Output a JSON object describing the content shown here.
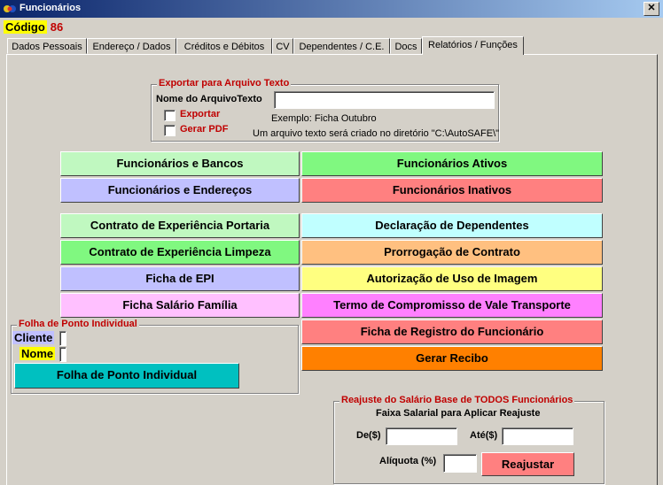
{
  "window": {
    "title": "Funcionários",
    "close_glyph": "✕"
  },
  "header": {
    "codigo_label": "Código",
    "codigo_value": "86"
  },
  "tabs": [
    {
      "label": "Dados Pessoais"
    },
    {
      "label": "Endereço / Dados"
    },
    {
      "label": "Créditos e Débitos"
    },
    {
      "label": "CV"
    },
    {
      "label": "Dependentes / C.E."
    },
    {
      "label": "Docs"
    },
    {
      "label": "Relatórios / Funções",
      "active": true
    }
  ],
  "export_group": {
    "legend": "Exportar para Arquivo Texto",
    "filename_label": "Nome do ArquivoTexto",
    "filename_value": "",
    "export_checkbox_label": "Exportar",
    "pdf_checkbox_label": "Gerar PDF",
    "example_text": "Exemplo: Ficha Outubro",
    "info_text": "Um arquivo texto será criado no diretório \"C:\\AutoSAFE\\\""
  },
  "buttons": {
    "func_bancos": "Funcionários e Bancos",
    "func_ativos": "Funcionários Ativos",
    "func_enderecos": "Funcionários e Endereços",
    "func_inativos": "Funcionários Inativos",
    "contrato_portaria": "Contrato de Experiência Portaria",
    "declaracao_dependentes": "Declaração de Dependentes",
    "contrato_limpeza": "Contrato de Experiência Limpeza",
    "prorrogacao_contrato": "Prorrogação de Contrato",
    "ficha_epi": "Ficha de EPI",
    "autorizacao_imagem": "Autorização de Uso de Imagem",
    "ficha_salario_familia": "Ficha Salário Família",
    "termo_vale_transporte": "Termo de Compromisso de Vale Transporte",
    "ficha_registro": "Ficha de Registro do Funcionário",
    "gerar_recibo": "Gerar Recibo"
  },
  "ponto_group": {
    "legend": "Folha de Ponto Individual",
    "cliente_label": "Cliente",
    "cliente_value": "",
    "nome_label": "Nome",
    "nome_value": "",
    "button_label": "Folha de Ponto Individual"
  },
  "reajuste_group": {
    "legend": "Reajuste do Salário Base de TODOS Funcionários",
    "subtitle": "Faixa Salarial para Aplicar Reajuste",
    "de_label": "De($)",
    "de_value": "",
    "ate_label": "Até($)",
    "ate_value": "",
    "aliquota_label": "Alíquota (%)",
    "aliquota_value": "",
    "button_label": "Reajustar"
  },
  "colors": {
    "green_light": "#c0f8c0",
    "green": "#80f880",
    "lavender": "#c0c0ff",
    "salmon": "#ff8080",
    "cyan_light": "#c0ffff",
    "peach": "#ffc080",
    "yellow": "#ffff80",
    "pink_light": "#ffc0ff",
    "magenta": "#ff80ff",
    "orange": "#ff8000",
    "teal": "#00c0c0"
  }
}
